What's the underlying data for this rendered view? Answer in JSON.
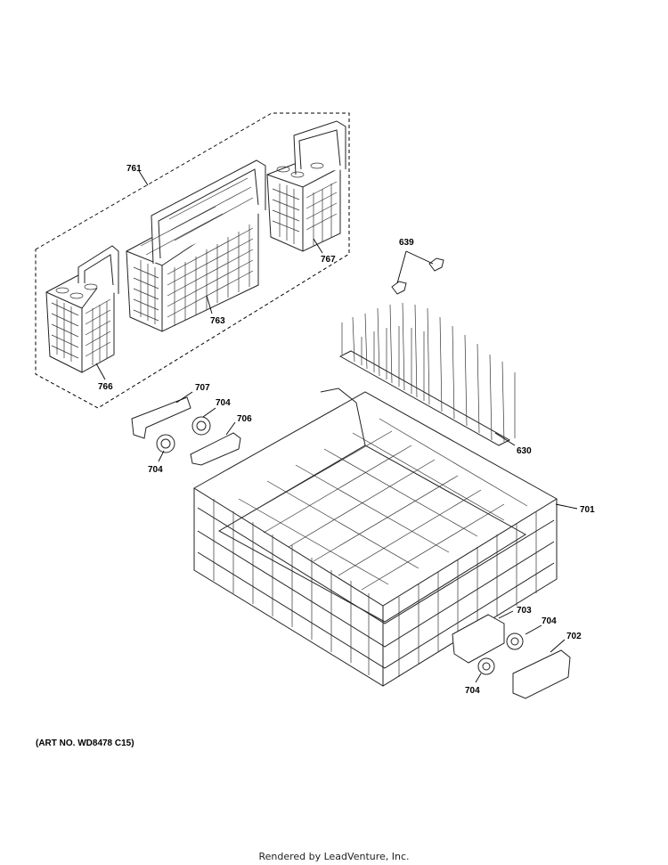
{
  "callouts": {
    "p761": "761",
    "p763": "763",
    "p766": "766",
    "p767": "767",
    "p639": "639",
    "p630": "630",
    "p707": "707",
    "p704a": "704",
    "p704b": "704",
    "p704c": "704",
    "p704d": "704",
    "p706": "706",
    "p701": "701",
    "p703": "703",
    "p702": "702"
  },
  "art_number": "(ART NO. WD8478 C15)",
  "footer": "Rendered by LeadVenture, Inc."
}
